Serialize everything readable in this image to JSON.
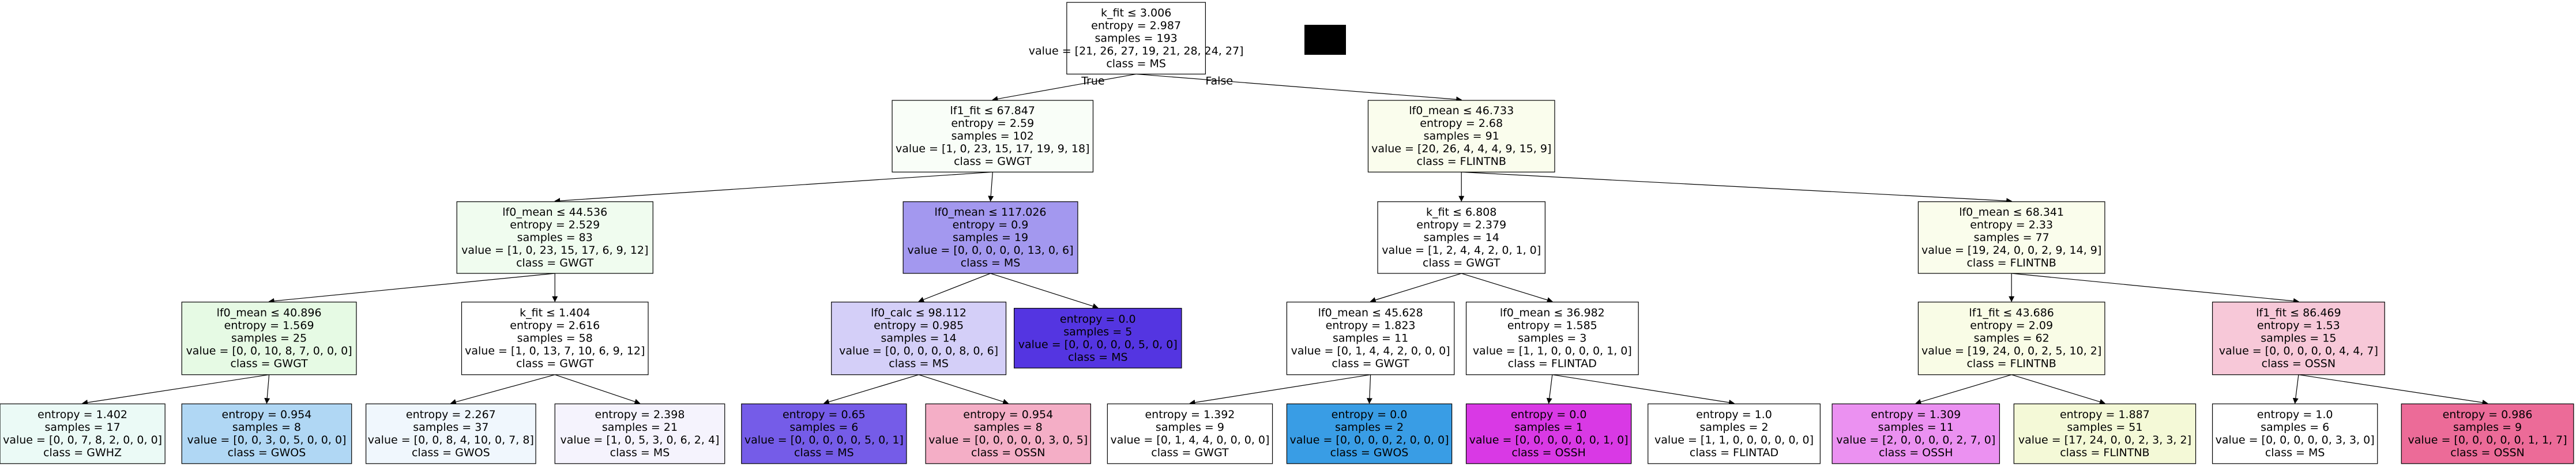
{
  "tree": {
    "nodes": [
      {
        "id": "n0",
        "lines": [
          "k_fit ≤ 3.006",
          "entropy = 2.987",
          "samples = 193",
          "value = [21, 26, 27, 19, 21, 28, 24, 27]",
          "class = MS"
        ],
        "fill": "#ffffff"
      },
      {
        "id": "n1",
        "lines": [
          "lf1_fit ≤ 67.847",
          "entropy = 2.59",
          "samples = 102",
          "value = [1, 0, 23, 15, 17, 19, 9, 18]",
          "class = GWGT"
        ],
        "fill": "#f9fef8"
      },
      {
        "id": "n2",
        "lines": [
          "lf0_mean ≤ 46.733",
          "entropy = 2.68",
          "samples = 91",
          "value = [20, 26, 4, 4, 4, 9, 15, 9]",
          "class = FLINTNB"
        ],
        "fill": "#fafded"
      },
      {
        "id": "n3",
        "lines": [
          "lf0_mean ≤ 44.536",
          "entropy = 2.529",
          "samples = 83",
          "value = [1, 0, 23, 15, 17, 6, 9, 12]",
          "class = GWGT"
        ],
        "fill": "#f0fcef"
      },
      {
        "id": "n4",
        "lines": [
          "lf0_mean ≤ 117.026",
          "entropy = 0.9",
          "samples = 19",
          "value = [0, 0, 0, 0, 0, 13, 0, 6]",
          "class = MS"
        ],
        "fill": "#a398ef"
      },
      {
        "id": "n5",
        "lines": [
          "k_fit ≤ 6.808",
          "entropy = 2.379",
          "samples = 14",
          "value = [1, 2, 4, 4, 2, 0, 1, 0]",
          "class = GWGT"
        ],
        "fill": "#ffffff"
      },
      {
        "id": "n6",
        "lines": [
          "lf0_mean ≤ 68.341",
          "entropy = 2.33",
          "samples = 77",
          "value = [19, 24, 0, 0, 2, 9, 14, 9]",
          "class = FLINTNB"
        ],
        "fill": "#fafdec"
      },
      {
        "id": "n7",
        "lines": [
          "lf0_mean ≤ 40.896",
          "entropy = 1.569",
          "samples = 25",
          "value = [0, 0, 10, 8, 7, 0, 0, 0]",
          "class = GWGT"
        ],
        "fill": "#e6fae4"
      },
      {
        "id": "n8",
        "lines": [
          "k_fit ≤ 1.404",
          "entropy = 2.616",
          "samples = 58",
          "value = [1, 0, 13, 7, 10, 6, 9, 12]",
          "class = GWGT"
        ],
        "fill": "#ffffff"
      },
      {
        "id": "n9",
        "lines": [
          "lf0_calc ≤ 98.112",
          "entropy = 0.985",
          "samples = 14",
          "value = [0, 0, 0, 0, 0, 8, 0, 6]",
          "class = MS"
        ],
        "fill": "#d4cff8"
      },
      {
        "id": "n10",
        "lines": [
          "entropy = 0.0",
          "samples = 5",
          "value = [0, 0, 0, 0, 0, 5, 0, 0]",
          "class = MS"
        ],
        "fill": "#5435e1"
      },
      {
        "id": "n11",
        "lines": [
          "lf0_mean ≤ 45.628",
          "entropy = 1.823",
          "samples = 11",
          "value = [0, 1, 4, 4, 2, 0, 0, 0]",
          "class = GWGT"
        ],
        "fill": "#ffffff"
      },
      {
        "id": "n12",
        "lines": [
          "lf0_mean ≤ 36.982",
          "entropy = 1.585",
          "samples = 3",
          "value = [1, 1, 0, 0, 0, 0, 1, 0]",
          "class = FLINTAD"
        ],
        "fill": "#ffffff"
      },
      {
        "id": "n13",
        "lines": [
          "lf1_fit ≤ 43.686",
          "entropy = 2.09",
          "samples = 62",
          "value = [19, 24, 0, 0, 2, 5, 10, 2]",
          "class = FLINTNB"
        ],
        "fill": "#f9fce6"
      },
      {
        "id": "n14",
        "lines": [
          "lf1_fit ≤ 86.469",
          "entropy = 1.53",
          "samples = 15",
          "value = [0, 0, 0, 0, 0, 4, 4, 7]",
          "class = OSSN"
        ],
        "fill": "#f7c8d8"
      },
      {
        "id": "n15",
        "lines": [
          "entropy = 1.402",
          "samples = 17",
          "value = [0, 0, 7, 8, 2, 0, 0, 0]",
          "class = GWHZ"
        ],
        "fill": "#ebfaf6"
      },
      {
        "id": "n16",
        "lines": [
          "entropy = 0.954",
          "samples = 8",
          "value = [0, 0, 3, 0, 5, 0, 0, 0]",
          "class = GWOS"
        ],
        "fill": "#b0d7f4"
      },
      {
        "id": "n17",
        "lines": [
          "entropy = 2.267",
          "samples = 37",
          "value = [0, 0, 8, 4, 10, 0, 7, 8]",
          "class = GWOS"
        ],
        "fill": "#f0f7fd"
      },
      {
        "id": "n18",
        "lines": [
          "entropy = 2.398",
          "samples = 21",
          "value = [1, 0, 5, 3, 0, 6, 2, 4]",
          "class = MS"
        ],
        "fill": "#f5f3fd"
      },
      {
        "id": "n19",
        "lines": [
          "entropy = 0.65",
          "samples = 6",
          "value = [0, 0, 0, 0, 0, 5, 0, 1]",
          "class = MS"
        ],
        "fill": "#755ce8"
      },
      {
        "id": "n20",
        "lines": [
          "entropy = 0.954",
          "samples = 8",
          "value = [0, 0, 0, 0, 0, 3, 0, 5]",
          "class = OSSN"
        ],
        "fill": "#f4aec6"
      },
      {
        "id": "n21",
        "lines": [
          "entropy = 1.392",
          "samples = 9",
          "value = [0, 1, 4, 4, 0, 0, 0, 0]",
          "class = GWGT"
        ],
        "fill": "#ffffff"
      },
      {
        "id": "n22",
        "lines": [
          "entropy = 0.0",
          "samples = 2",
          "value = [0, 0, 0, 0, 2, 0, 0, 0]",
          "class = GWOS"
        ],
        "fill": "#399de5"
      },
      {
        "id": "n23",
        "lines": [
          "entropy = 0.0",
          "samples = 1",
          "value = [0, 0, 0, 0, 0, 0, 1, 0]",
          "class = OSSH"
        ],
        "fill": "#d939e5"
      },
      {
        "id": "n24",
        "lines": [
          "entropy = 1.0",
          "samples = 2",
          "value = [1, 1, 0, 0, 0, 0, 0, 0]",
          "class = FLINTAD"
        ],
        "fill": "#ffffff"
      },
      {
        "id": "n25",
        "lines": [
          "entropy = 1.309",
          "samples = 11",
          "value = [2, 0, 0, 0, 0, 2, 7, 0]",
          "class = OSSH"
        ],
        "fill": "#eb91f1"
      },
      {
        "id": "n26",
        "lines": [
          "entropy = 1.887",
          "samples = 51",
          "value = [17, 24, 0, 0, 2, 3, 3, 2]",
          "class = FLINTNB"
        ],
        "fill": "#f4f9d7"
      },
      {
        "id": "n27",
        "lines": [
          "entropy = 1.0",
          "samples = 6",
          "value = [0, 0, 0, 0, 0, 3, 3, 0]",
          "class = MS"
        ],
        "fill": "#ffffff"
      },
      {
        "id": "n28",
        "lines": [
          "entropy = 0.986",
          "samples = 9",
          "value = [0, 0, 0, 0, 0, 1, 1, 7]",
          "class = OSSN"
        ],
        "fill": "#ec6b98"
      }
    ],
    "edges": [
      {
        "from": "n0",
        "to": "n1",
        "label": "True"
      },
      {
        "from": "n0",
        "to": "n2",
        "label": "False"
      },
      {
        "from": "n1",
        "to": "n3"
      },
      {
        "from": "n1",
        "to": "n4"
      },
      {
        "from": "n2",
        "to": "n5"
      },
      {
        "from": "n2",
        "to": "n6"
      },
      {
        "from": "n3",
        "to": "n7"
      },
      {
        "from": "n3",
        "to": "n8"
      },
      {
        "from": "n4",
        "to": "n9"
      },
      {
        "from": "n4",
        "to": "n10"
      },
      {
        "from": "n5",
        "to": "n11"
      },
      {
        "from": "n5",
        "to": "n12"
      },
      {
        "from": "n6",
        "to": "n13"
      },
      {
        "from": "n6",
        "to": "n14"
      },
      {
        "from": "n7",
        "to": "n15"
      },
      {
        "from": "n7",
        "to": "n16"
      },
      {
        "from": "n8",
        "to": "n17"
      },
      {
        "from": "n8",
        "to": "n18"
      },
      {
        "from": "n9",
        "to": "n19"
      },
      {
        "from": "n9",
        "to": "n20"
      },
      {
        "from": "n11",
        "to": "n21"
      },
      {
        "from": "n11",
        "to": "n22"
      },
      {
        "from": "n12",
        "to": "n23"
      },
      {
        "from": "n12",
        "to": "n24"
      },
      {
        "from": "n13",
        "to": "n25"
      },
      {
        "from": "n13",
        "to": "n26"
      },
      {
        "from": "n14",
        "to": "n27"
      },
      {
        "from": "n14",
        "to": "n28"
      }
    ]
  }
}
